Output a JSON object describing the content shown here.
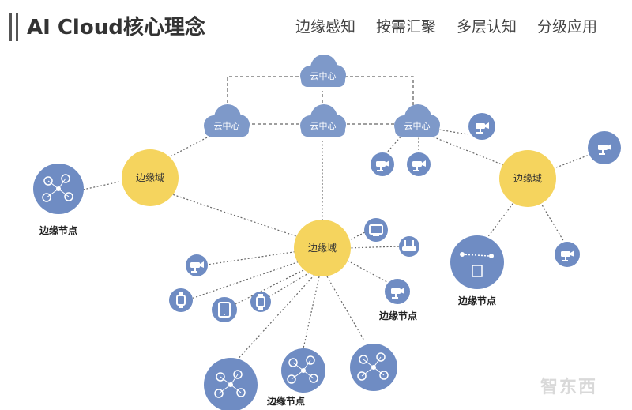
{
  "header": {
    "title": "AI Cloud核心理念",
    "slogans": [
      "边缘感知",
      "按需汇聚",
      "多层认知",
      "分级应用"
    ]
  },
  "diagram": {
    "cloud_label": "云中心",
    "domain_label": "边缘域",
    "node_label": "边缘节点"
  },
  "watermark": "智东西",
  "colors": {
    "cloud": "#7E99C9",
    "domain": "#F5D45E",
    "device": "#6F8CC3",
    "line": "#666666"
  }
}
